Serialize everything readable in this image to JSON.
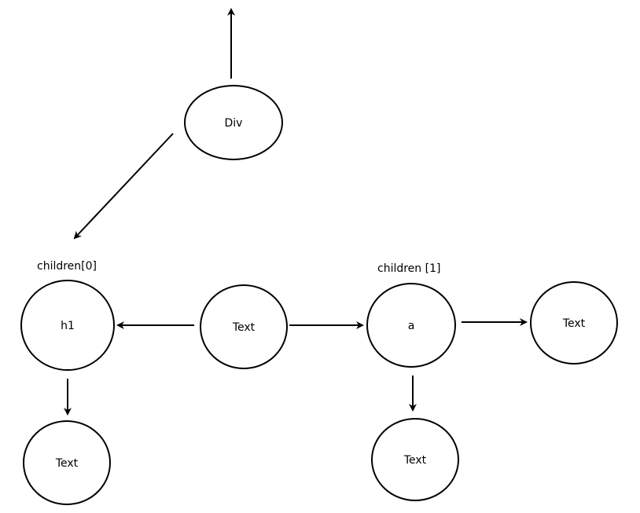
{
  "diagram": {
    "nodes": {
      "div": "Div",
      "h1": "h1",
      "a": "a",
      "text_center": "Text",
      "text_right": "Text",
      "text_under_h1": "Text",
      "text_under_a": "Text"
    },
    "annotations": {
      "children_0": "children[0]",
      "children_1": "children [1]"
    }
  },
  "colors": {
    "stroke": "#000000",
    "fill": "#ffffff",
    "background": "#ffffff"
  }
}
